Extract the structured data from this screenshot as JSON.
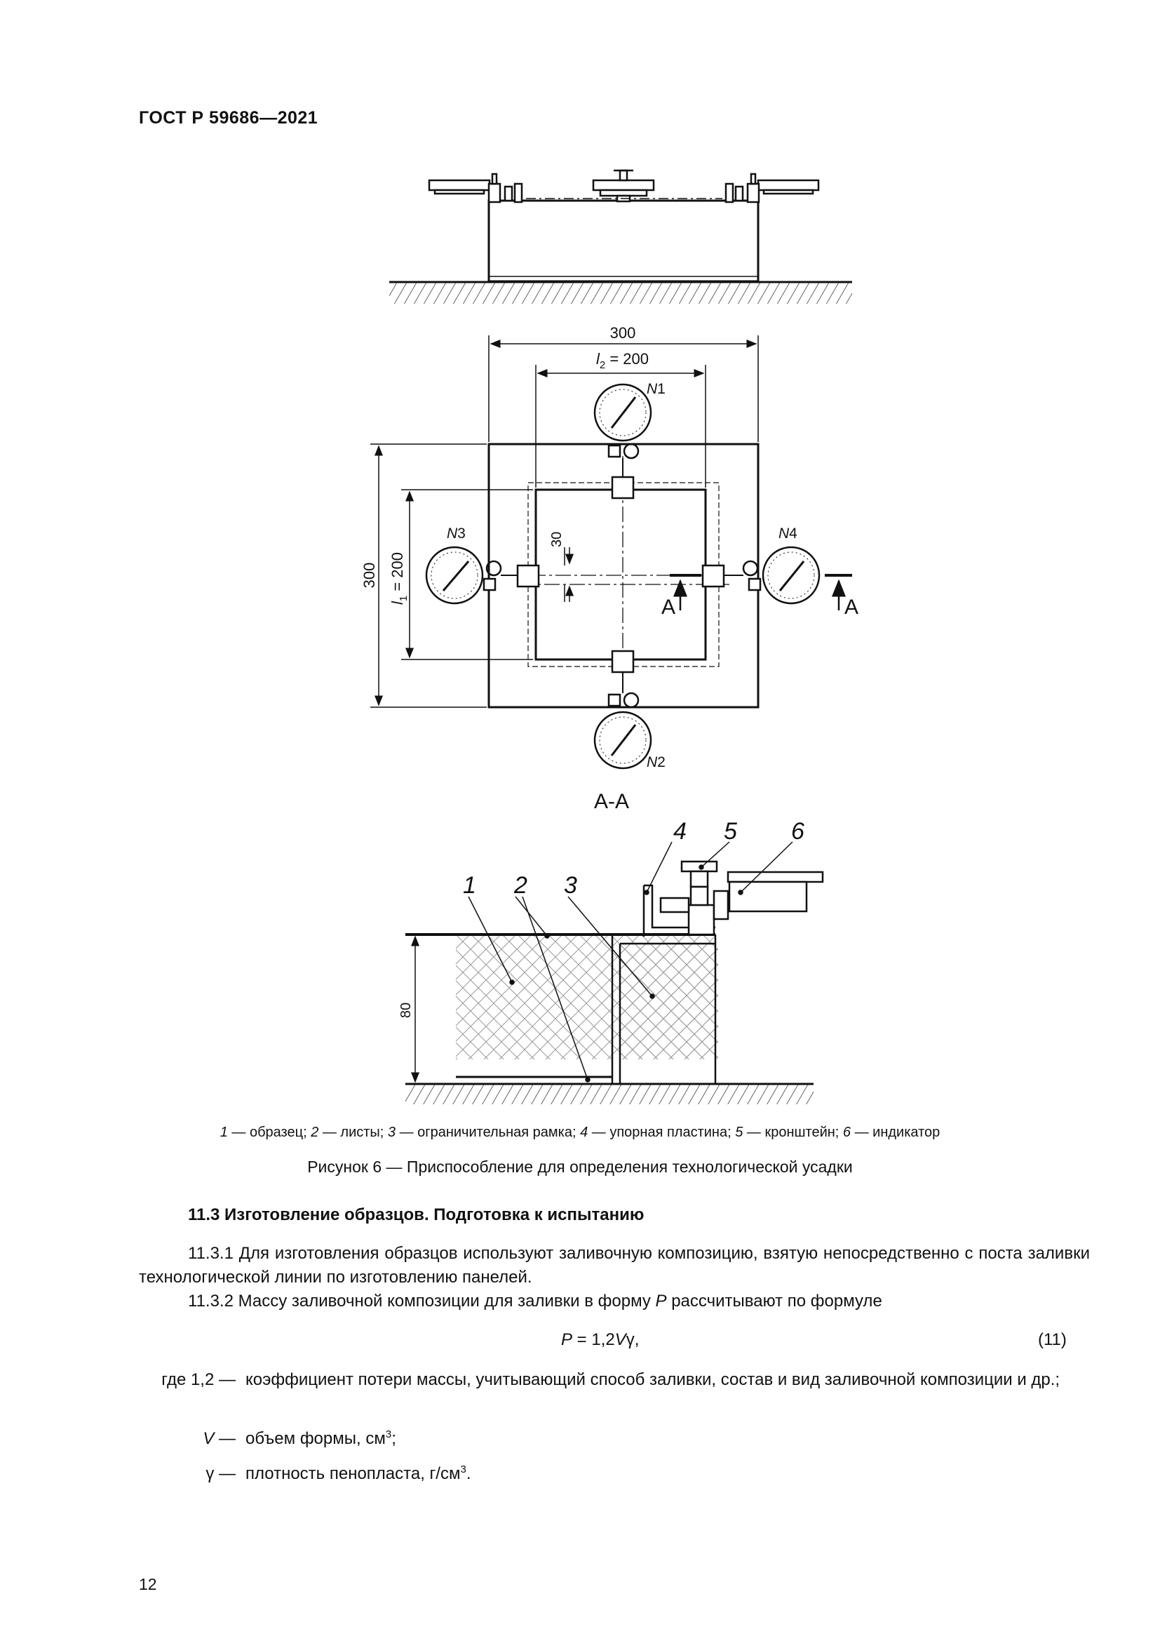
{
  "header": {
    "doc_code": "ГОСТ Р 59686—2021"
  },
  "figure": {
    "plan": {
      "dim_outer_width": "300",
      "dim_inner_width_var": "l",
      "dim_inner_width_sub": "2",
      "dim_inner_width_value": " = 200",
      "dim_outer_height": "300",
      "dim_inner_height_var": "l",
      "dim_inner_height_sub": "1",
      "dim_inner_height_value": " = 200",
      "dim_offset": "30",
      "indicators": [
        {
          "id": "N1",
          "letter": "N",
          "num": "1"
        },
        {
          "id": "N2",
          "letter": "N",
          "num": "2"
        },
        {
          "id": "N3",
          "letter": "N",
          "num": "3"
        },
        {
          "id": "N4",
          "letter": "N",
          "num": "4"
        }
      ],
      "section_marker": "А"
    },
    "section": {
      "title": "А-А",
      "labels": [
        "1",
        "2",
        "3",
        "4",
        "5",
        "6"
      ],
      "dim_height": "80"
    },
    "legend": [
      {
        "num": "1",
        "text": " — образец; "
      },
      {
        "num": "2",
        "text": " — листы; "
      },
      {
        "num": "3",
        "text": " — ограничительная рамка; "
      },
      {
        "num": "4",
        "text": " — упорная пластина; "
      },
      {
        "num": "5",
        "text": " — кронштейн; "
      },
      {
        "num": "6",
        "text": " — индикатор"
      }
    ],
    "caption": "Рисунок 6 — Приспособление для определения технологической усадки"
  },
  "section_11_3": {
    "heading": "11.3 Изготовление образцов. Подготовка к испытанию",
    "p1": "11.3.1 Для изготовления образцов используют заливочную композицию, взятую непосредственно с поста заливки технологической линии по изготовлению панелей.",
    "p2_before": "11.3.2 Массу заливочной композиции для заливки в форму ",
    "p2_var": "P",
    "p2_after": " рассчитывают по формуле",
    "formula_lhs": "P",
    "formula_mid": " = 1,2",
    "formula_v": "V",
    "formula_end": "γ,",
    "eq_number": "(11)",
    "defs": [
      {
        "term": "где 1,2 —",
        "body": "коэффициент потери массы, учитывающий способ заливки, состав и вид заливочной композиции и др.;"
      },
      {
        "term": "V —",
        "body": "объем формы, см",
        "sup": "3",
        "tail": ";"
      },
      {
        "term": "γ —",
        "body": "плотность пенопласта, г/см",
        "sup": "3",
        "tail": "."
      }
    ]
  },
  "page_number": "12"
}
